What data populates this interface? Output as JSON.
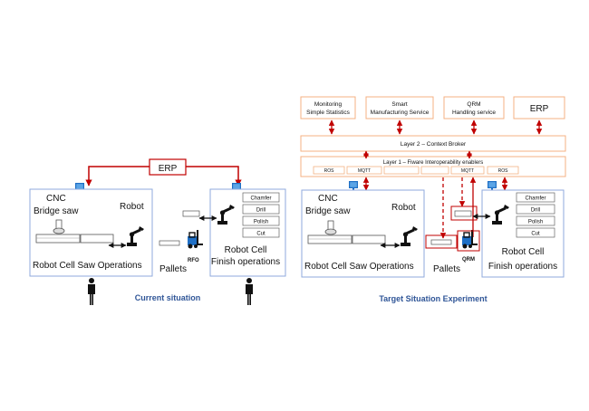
{
  "current": {
    "erp": "ERP",
    "cnc": "CNC",
    "bridge_saw": "Bridge saw",
    "robot": "Robot",
    "robot_cell_saw": "Robot Cell Saw Operations",
    "rfo": "RFO",
    "pallets": "Pallets",
    "finish_ops": [
      "Chamfer",
      "Drill",
      "Polish",
      "Cut"
    ],
    "robot_cell_finish_line1": "Robot Cell",
    "robot_cell_finish_line2": "Finish operations",
    "caption": "Current situation"
  },
  "target": {
    "top_boxes": [
      {
        "line1": "Monitoring",
        "line2": "Simple Statistics"
      },
      {
        "line1": "Smart",
        "line2": "Manufacturing Service"
      },
      {
        "line1": "QRM",
        "line2": "Handling service"
      }
    ],
    "erp": "ERP",
    "layer2": "Layer 2 – Context Broker",
    "layer1": "Layer 1 – Fiware Interoperability enablers",
    "enablers": [
      "ROS",
      "MQTT",
      "",
      "",
      "MQTT",
      "ROS"
    ],
    "cnc": "CNC",
    "bridge_saw": "Bridge saw",
    "robot": "Robot",
    "robot_cell_saw": "Robot Cell Saw Operations",
    "qrm": "QRM",
    "pallets": "Pallets",
    "finish_ops": [
      "Chamfer",
      "Drill",
      "Polish",
      "Cut"
    ],
    "robot_cell_finish_line1": "Robot Cell",
    "robot_cell_finish_line2": "Finish operations",
    "caption": "Target Situation Experiment"
  },
  "colors": {
    "red": "#c00000",
    "blue_border": "#8faadc",
    "orange_border": "#f4b183",
    "caption": "#2f5597"
  }
}
